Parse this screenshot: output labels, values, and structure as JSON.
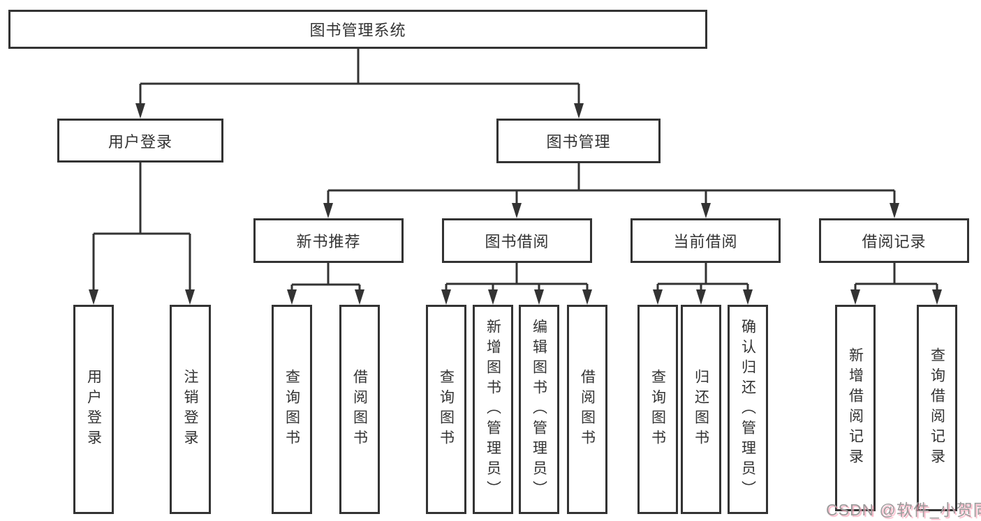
{
  "diagram": {
    "root": {
      "label": "图书管理系统"
    },
    "branches": [
      {
        "label": "用户登录",
        "children": [
          {
            "label": "用户登录"
          },
          {
            "label": "注销登录"
          }
        ]
      },
      {
        "label": "图书管理",
        "children": [
          {
            "label": "新书推荐",
            "children": [
              {
                "label": "查询图书"
              },
              {
                "label": "借阅图书"
              }
            ]
          },
          {
            "label": "图书借阅",
            "children": [
              {
                "label": "查询图书"
              },
              {
                "label": "新增图书（管理员）"
              },
              {
                "label": "编辑图书（管理员）"
              },
              {
                "label": "借阅图书"
              }
            ]
          },
          {
            "label": "当前借阅",
            "children": [
              {
                "label": "查询图书"
              },
              {
                "label": "归还图书"
              },
              {
                "label": "确认归还（管理员）"
              }
            ]
          },
          {
            "label": "借阅记录",
            "children": [
              {
                "label": "新增借阅记录"
              },
              {
                "label": "查询借阅记录"
              }
            ]
          }
        ]
      }
    ]
  },
  "watermark": {
    "text": "CSDN @软件_小贺同学"
  },
  "style": {
    "line_color": "#333333",
    "watermark_color": "#9b9b9b",
    "watermark_shadow": "#fd9eb4"
  }
}
